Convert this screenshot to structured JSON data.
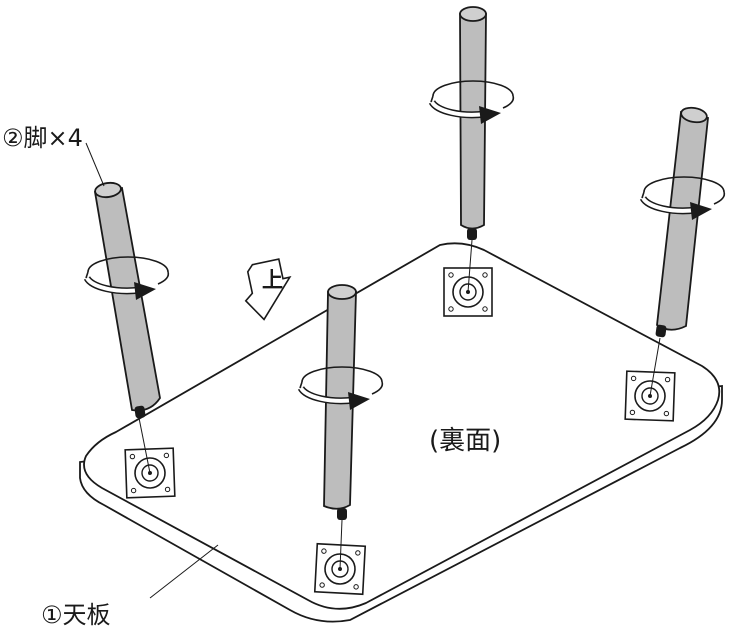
{
  "labels": {
    "leg": "②脚×4",
    "tabletop": "①天板",
    "underside": "(裏面)",
    "up_mark": "上"
  },
  "colors": {
    "leg_fill": "#bdbdbd",
    "leg_top": "#cfcfcf",
    "line": "#1a1a1a",
    "background": "#ffffff"
  },
  "icons": [
    "rotation-arrow-icon",
    "up-direction-arrow-icon",
    "mounting-plate-icon"
  ]
}
